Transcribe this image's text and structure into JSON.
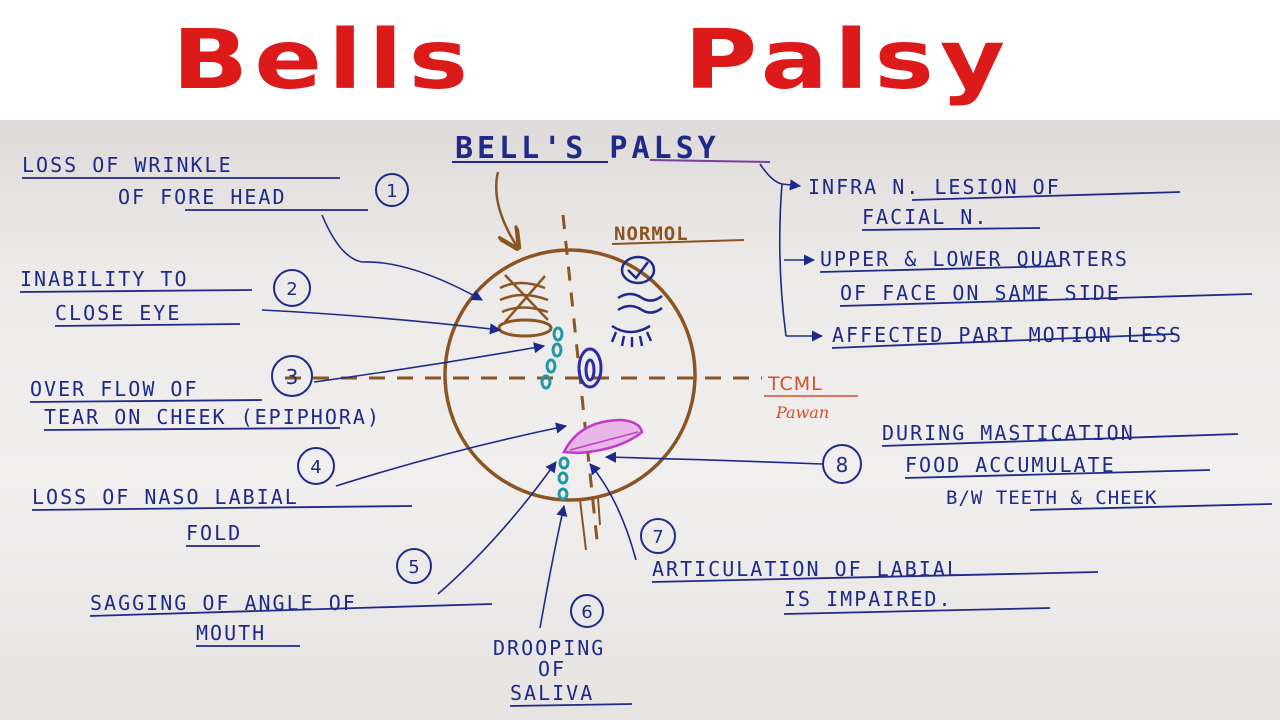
{
  "banner": {
    "title_word_1": "Bells",
    "title_word_2": "Palsy",
    "color": "#dd1a1a"
  },
  "diagram": {
    "heading": "BELL'S PALSY",
    "face_normal_label": "NORMOL",
    "midline_label": "TCML",
    "signature": "Pawan",
    "colors": {
      "ink": "#1e2a8a",
      "face": "#8b5423",
      "tear": "#1f97a6",
      "lip": "#c238c8",
      "heading_purple": "#7a3ea0",
      "label_red": "#d4502a",
      "paper": "#eeecea"
    },
    "features": [
      {
        "number": "1",
        "lines": [
          "LOSS OF WRINKLE",
          "OF FORE HEAD"
        ]
      },
      {
        "number": "2",
        "lines": [
          "INABILITY TO",
          "CLOSE EYE"
        ]
      },
      {
        "number": "3",
        "lines": [
          "OVER FLOW OF",
          "TEAR ON CHEEK (EPIPHORA)"
        ]
      },
      {
        "number": "4",
        "lines": [
          "LOSS OF NASO LABIAL",
          "FOLD"
        ]
      },
      {
        "number": "5",
        "lines": [
          "SAGGING OF ANGLE OF",
          "MOUTH"
        ]
      },
      {
        "number": "6",
        "lines": [
          "DROOPING",
          "OF",
          "SALIVA"
        ]
      },
      {
        "number": "7",
        "lines": [
          "ARTICULATION OF LABIAL",
          "IS IMPAIRED."
        ]
      },
      {
        "number": "8",
        "lines": [
          "DURING MASTICATION",
          "FOOD ACCUMULATE",
          "B/W TEETH & CHEEK"
        ]
      }
    ],
    "facts": [
      {
        "lines": [
          "INFRA N. LESION OF",
          "FACIAL N."
        ]
      },
      {
        "lines": [
          "UPPER & LOWER QUARTERS",
          "OF FACE ON SAME SIDE"
        ]
      },
      {
        "lines": [
          "AFFECTED PART MOTION LESS"
        ]
      }
    ]
  }
}
